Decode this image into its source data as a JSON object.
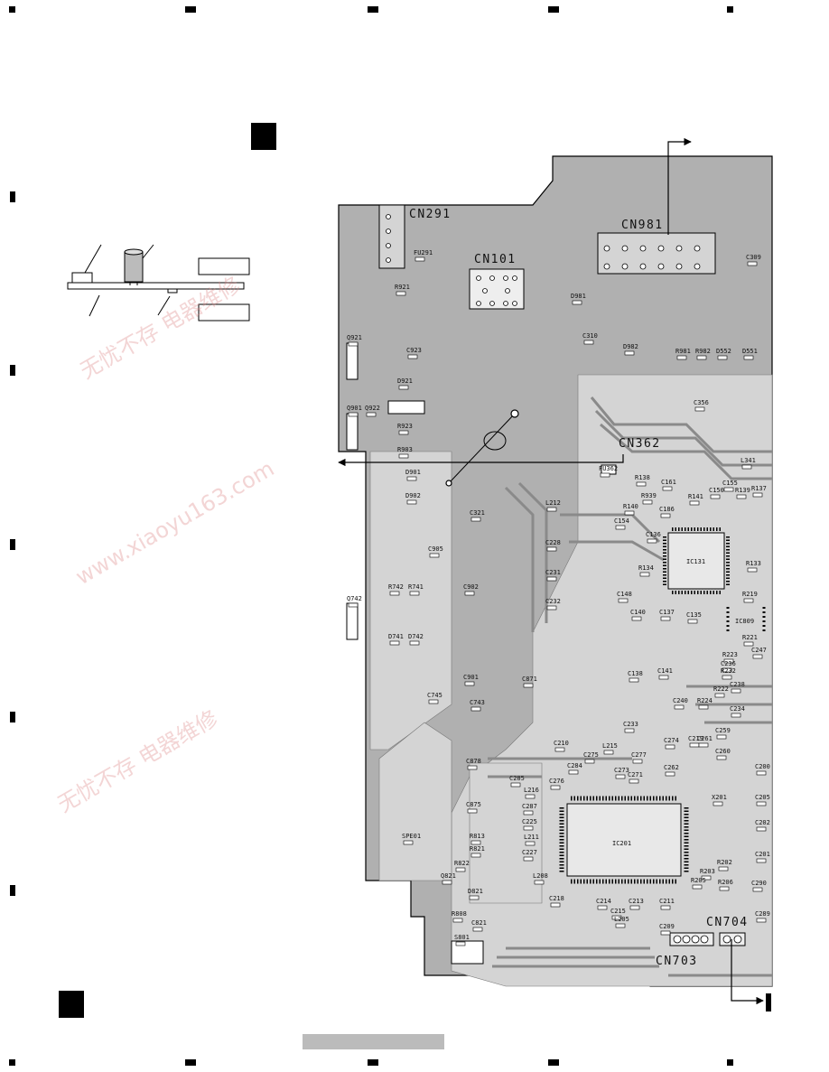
{
  "connectors": [
    {
      "id": "cn291",
      "label": "CN291"
    },
    {
      "id": "cn101",
      "label": "CN101"
    },
    {
      "id": "cn981",
      "label": "CN981"
    },
    {
      "id": "cn362",
      "label": "CN362"
    },
    {
      "id": "cn704",
      "label": "CN704"
    },
    {
      "id": "cn703",
      "label": "CN703"
    }
  ],
  "ics": [
    {
      "id": "ic131",
      "label": "IC131"
    },
    {
      "id": "ic201",
      "label": "IC201"
    },
    {
      "id": "ic809",
      "label": "IC809"
    }
  ],
  "components": [
    "FU291",
    "R921",
    "D981",
    "C310",
    "Q921",
    "C923",
    "D921",
    "D982",
    "R981",
    "R982",
    "D552",
    "D551",
    "C309",
    "C356",
    "Q901",
    "Q922",
    "R923",
    "R903",
    "D901",
    "D902",
    "FU362",
    "R138",
    "R939",
    "R140",
    "C161",
    "R141",
    "C150",
    "C155",
    "R139",
    "R137",
    "L341",
    "L212",
    "C321",
    "C154",
    "C186",
    "C136",
    "C228",
    "C231",
    "C232",
    "R134",
    "C148",
    "C905",
    "Q742",
    "R742",
    "R741",
    "C902",
    "D741",
    "D742",
    "C140",
    "C137",
    "C135",
    "C138",
    "C141",
    "C901",
    "C871",
    "C745",
    "C743",
    "C240",
    "C233",
    "C210",
    "C275",
    "L215",
    "C284",
    "C277",
    "C273",
    "C274",
    "C271",
    "C262",
    "C219",
    "C261",
    "C259",
    "C260",
    "C878",
    "C285",
    "L216",
    "C276",
    "C287",
    "C225",
    "L211",
    "C227",
    "C875",
    "SPE01",
    "R813",
    "R821",
    "R822",
    "Q821",
    "D821",
    "C213",
    "L208",
    "C218",
    "C214",
    "C215",
    "L205",
    "C211",
    "C209",
    "R808",
    "C821",
    "S801",
    "R133",
    "R219",
    "R221",
    "R223",
    "C236",
    "R232",
    "C247",
    "R222",
    "C238",
    "R224",
    "C234",
    "X201",
    "R202",
    "R203",
    "R205",
    "R206",
    "C200",
    "C205",
    "C202",
    "C201",
    "C290",
    "C289"
  ],
  "watermarks": [
    "无忧不存 电器维修",
    "www.xiaoyu163.com"
  ]
}
